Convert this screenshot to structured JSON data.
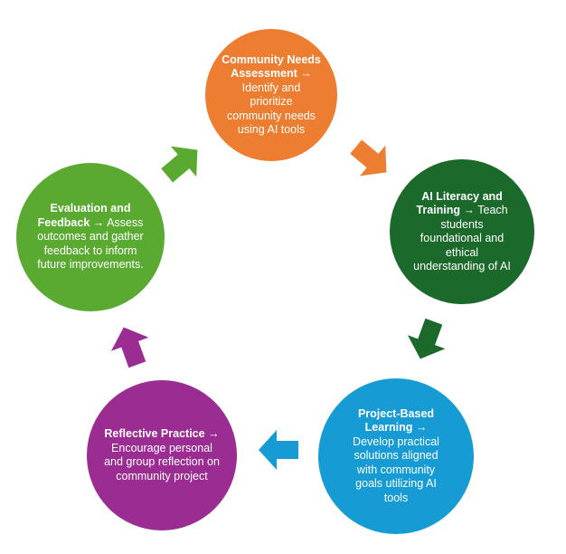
{
  "cycle": {
    "nodes": [
      {
        "title": "Community Needs Assessment",
        "separator": " →",
        "body": " Identify and prioritize community needs using AI tools",
        "color": "#ED7D31"
      },
      {
        "title": "AI Literacy and Training",
        "separator": " →",
        "body": " Teach students foundational and ethical understanding of AI",
        "color": "#1B6A2B"
      },
      {
        "title": "Project-Based Learning",
        "separator": " →",
        "body": " Develop practical solutions aligned with community goals utilizing AI tools",
        "color": "#169BD5"
      },
      {
        "title": "Reflective Practice",
        "separator": " →",
        "body": " Encourage personal and group reflection on community project",
        "color": "#9B2C92"
      },
      {
        "title": "Evaluation and Feedback",
        "separator": " →",
        "body": " Assess outcomes and gather feedback to inform future improvements.",
        "color": "#5AAA32"
      }
    ],
    "arrows": [
      {
        "from": "community-needs-assessment",
        "to": "ai-literacy-and-training",
        "color": "#ED7D31"
      },
      {
        "from": "ai-literacy-and-training",
        "to": "project-based-learning",
        "color": "#1B6A2B"
      },
      {
        "from": "project-based-learning",
        "to": "reflective-practice",
        "color": "#169BD5"
      },
      {
        "from": "reflective-practice",
        "to": "evaluation-and-feedback",
        "color": "#9B2C92"
      },
      {
        "from": "evaluation-and-feedback",
        "to": "community-needs-assessment",
        "color": "#5AAA32"
      }
    ]
  }
}
